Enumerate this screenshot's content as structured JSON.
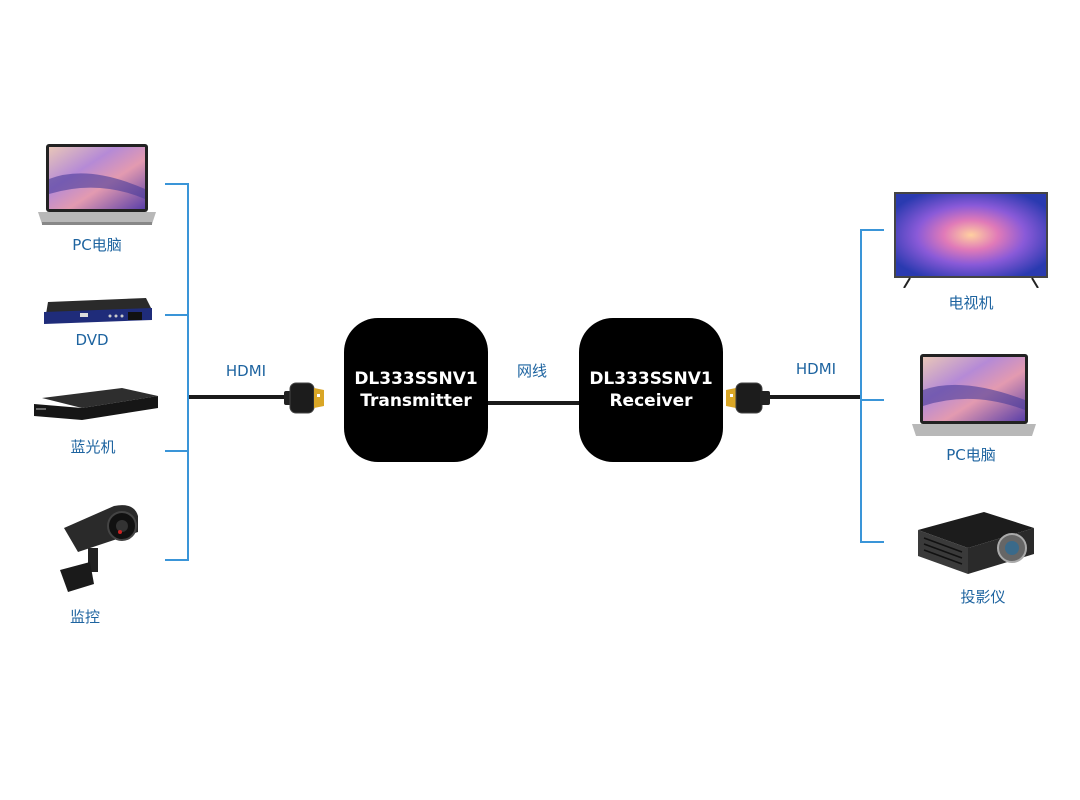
{
  "left_devices": [
    {
      "label": "PC电脑",
      "icon": "laptop-icon"
    },
    {
      "label": "DVD",
      "icon": "dvd-player-icon"
    },
    {
      "label": "蓝光机",
      "icon": "bluray-player-icon"
    },
    {
      "label": "监控",
      "icon": "security-camera-icon"
    }
  ],
  "right_devices": [
    {
      "label": "电视机",
      "icon": "tv-icon"
    },
    {
      "label": "PC电脑",
      "icon": "laptop-icon"
    },
    {
      "label": "投影仪",
      "icon": "projector-icon"
    }
  ],
  "connections": {
    "left_cable_label": "HDMI",
    "middle_cable_label": "网线",
    "right_cable_label": "HDMI"
  },
  "transmitter": {
    "model": "DL333SSNV1",
    "role": "Transmitter"
  },
  "receiver": {
    "model": "DL333SSNV1",
    "role": "Receiver"
  },
  "colors": {
    "label": "#1e64a0",
    "bracket": "#3a95d8",
    "box": "#000000"
  }
}
